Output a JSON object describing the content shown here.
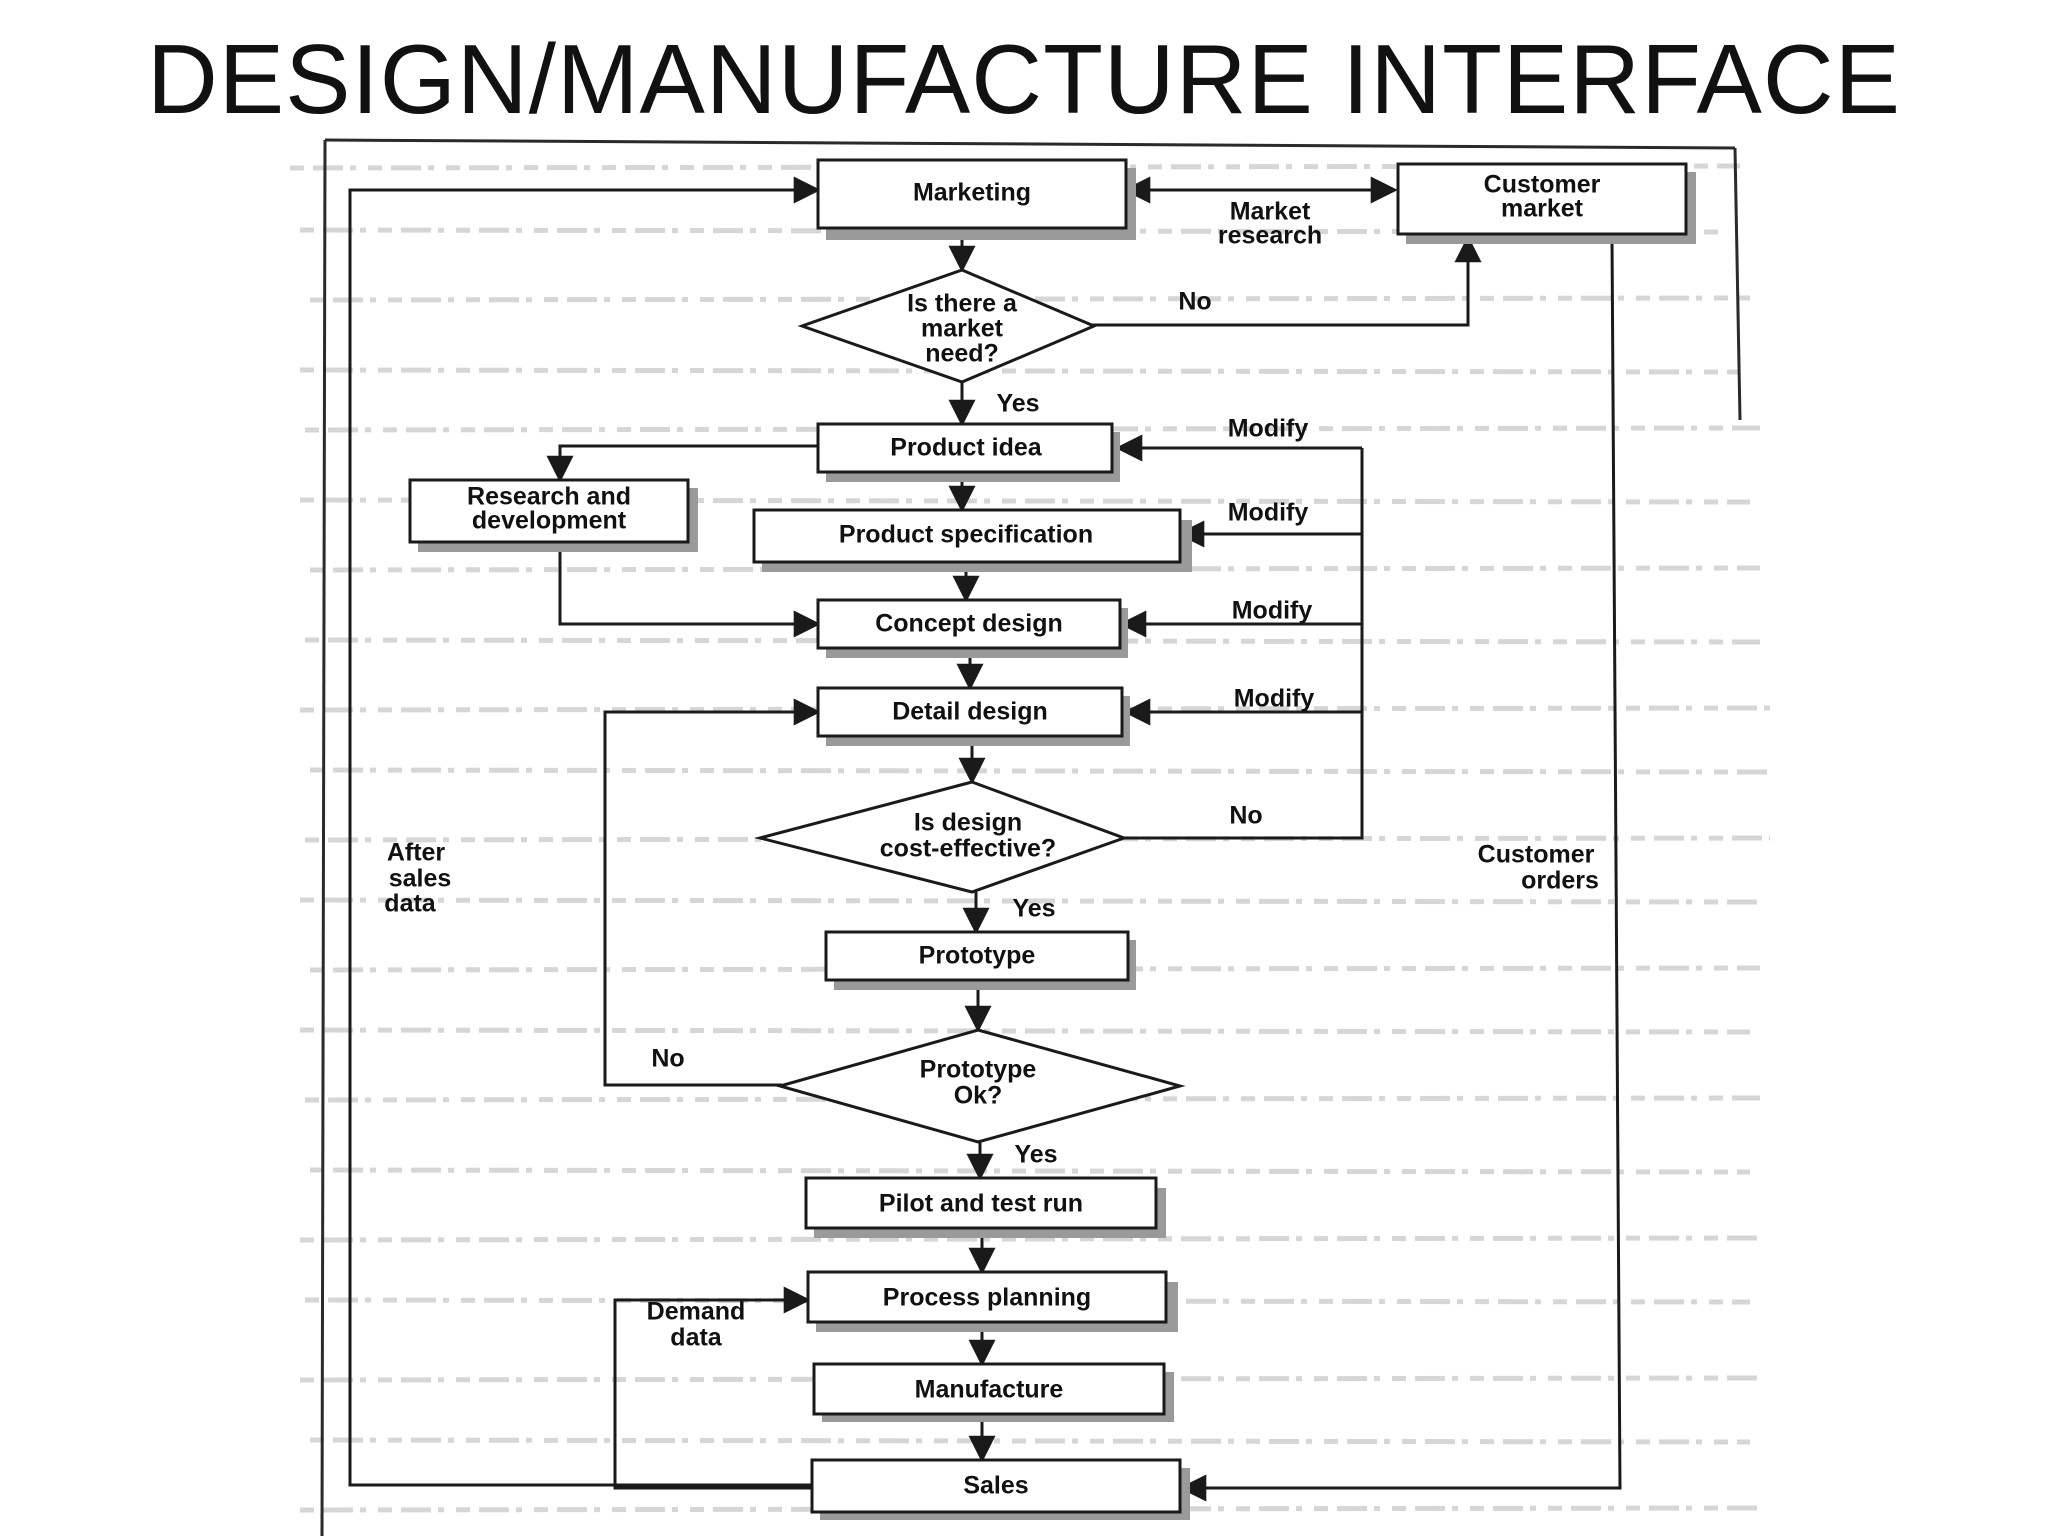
{
  "title": "DESIGN/MANUFACTURE INTERFACE",
  "nodes": {
    "marketing": "Marketing",
    "customer_market": [
      "Customer",
      "market"
    ],
    "market_need": [
      "Is there a",
      "market",
      "need?"
    ],
    "product_idea": "Product idea",
    "research_development": [
      "Research and",
      "development"
    ],
    "product_specification": "Product specification",
    "concept_design": "Concept design",
    "detail_design": "Detail design",
    "cost_effective": [
      "Is design",
      "cost-effective?"
    ],
    "prototype": "Prototype",
    "prototype_ok": [
      "Prototype",
      "Ok?"
    ],
    "pilot_test_run": "Pilot and test run",
    "process_planning": "Process planning",
    "manufacture": "Manufacture",
    "sales": "Sales"
  },
  "edge_labels": {
    "market_research": [
      "Market",
      "research"
    ],
    "no_market_need": "No",
    "yes_market_need": "Yes",
    "modify_1": "Modify",
    "modify_2": "Modify",
    "modify_3": "Modify",
    "modify_4": "Modify",
    "no_cost_effective": "No",
    "yes_cost_effective": "Yes",
    "customer_orders": [
      "Customer",
      "orders"
    ],
    "after_sales_data": [
      "After",
      "sales",
      "data"
    ],
    "no_prototype": "No",
    "yes_prototype": "Yes",
    "demand_data": [
      "Demand",
      "data"
    ]
  }
}
